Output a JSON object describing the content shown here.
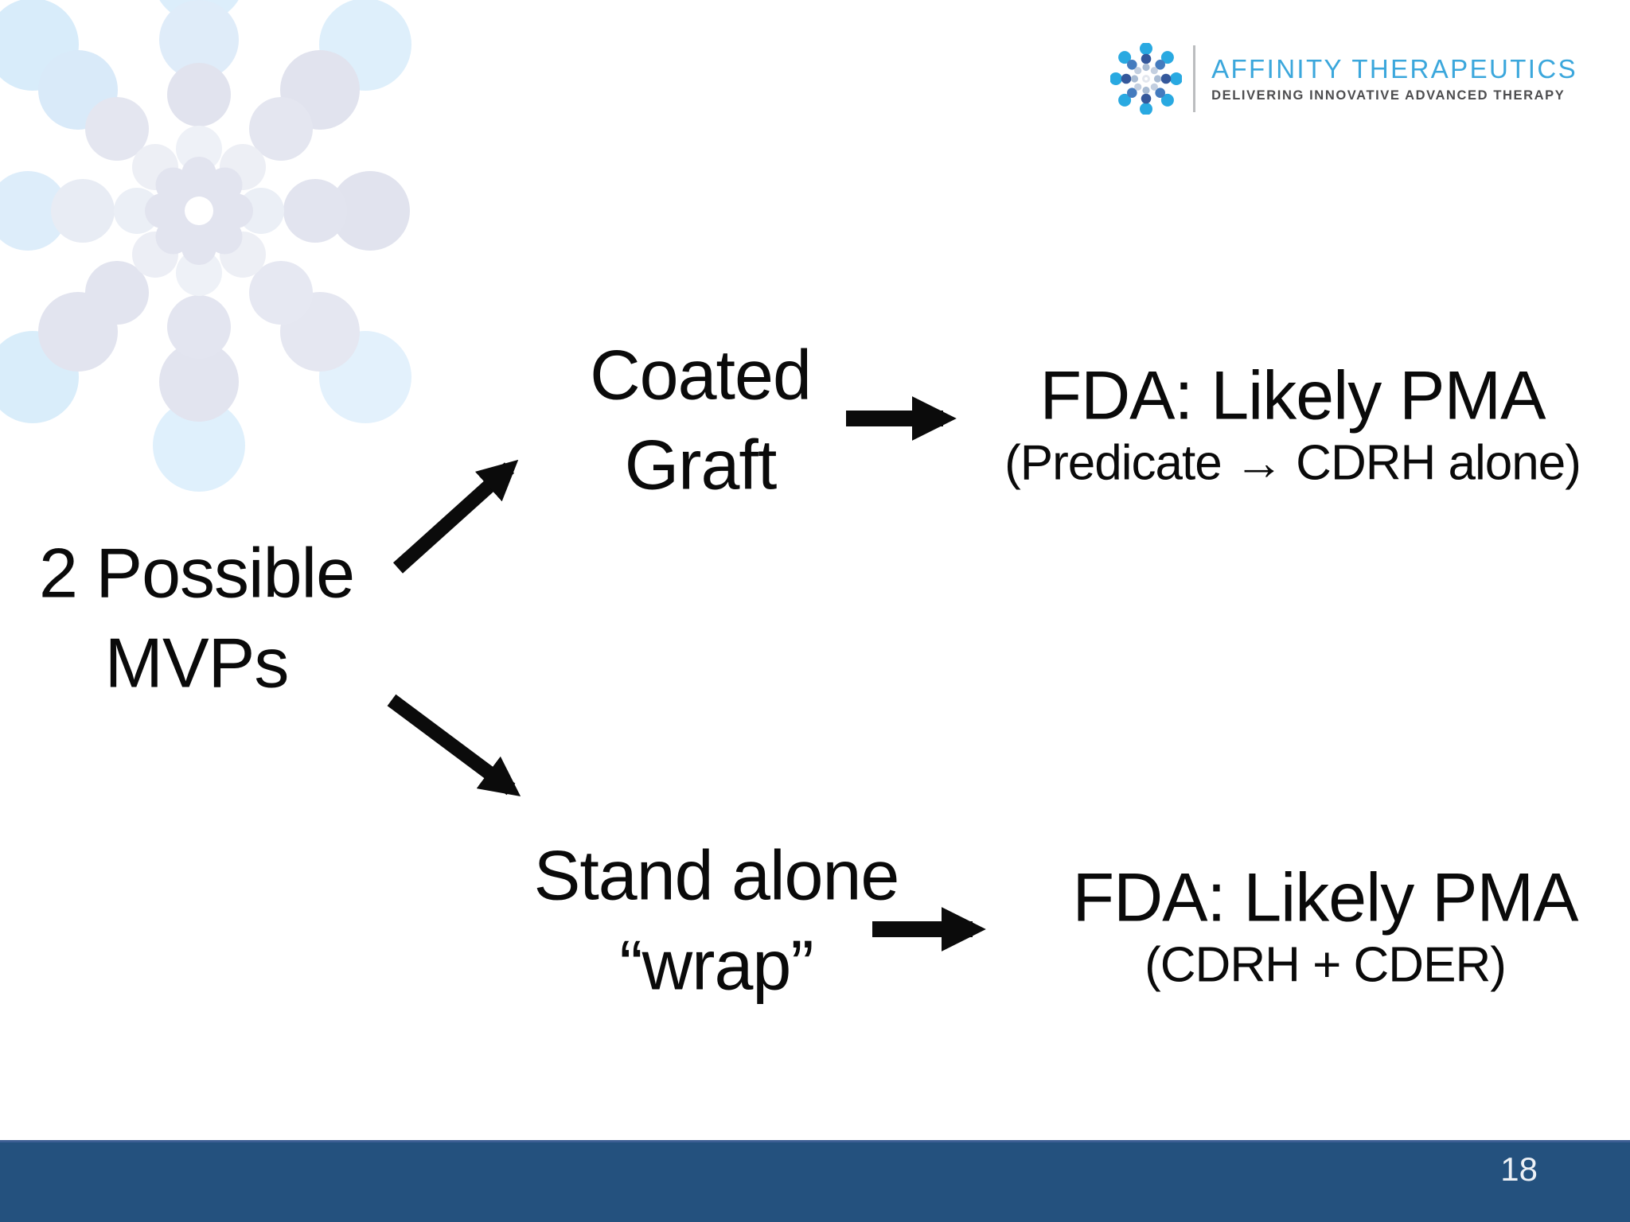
{
  "header": {
    "brand_name": "AFFINITY THERAPEUTICS",
    "tagline": "DELIVERING INNOVATIVE ADVANCED THERAPY",
    "brand_color": "#3BA7DC",
    "tagline_color": "#4D4D4F"
  },
  "diagram": {
    "root": {
      "lines": [
        "2 Possible",
        "MVPs"
      ]
    },
    "branch_top": {
      "lines": [
        "Coated",
        "Graft"
      ]
    },
    "branch_top_result": {
      "title": "FDA: Likely PMA",
      "subtitle": "(Predicate → CDRH alone)"
    },
    "branch_bottom": {
      "lines": [
        "Stand alone",
        "“wrap”"
      ]
    },
    "branch_bottom_result": {
      "title": "FDA: Likely PMA",
      "subtitle": "(CDRH + CDER)"
    },
    "arrow_color": "#0b0b0b",
    "text_color": "#0A0A0A"
  },
  "icons": {
    "watermark": "snowflake-dot-burst-watermark",
    "logo_mark": "dot-burst-logo"
  },
  "footer": {
    "page_number": "18",
    "bar_color": "#24517E"
  }
}
